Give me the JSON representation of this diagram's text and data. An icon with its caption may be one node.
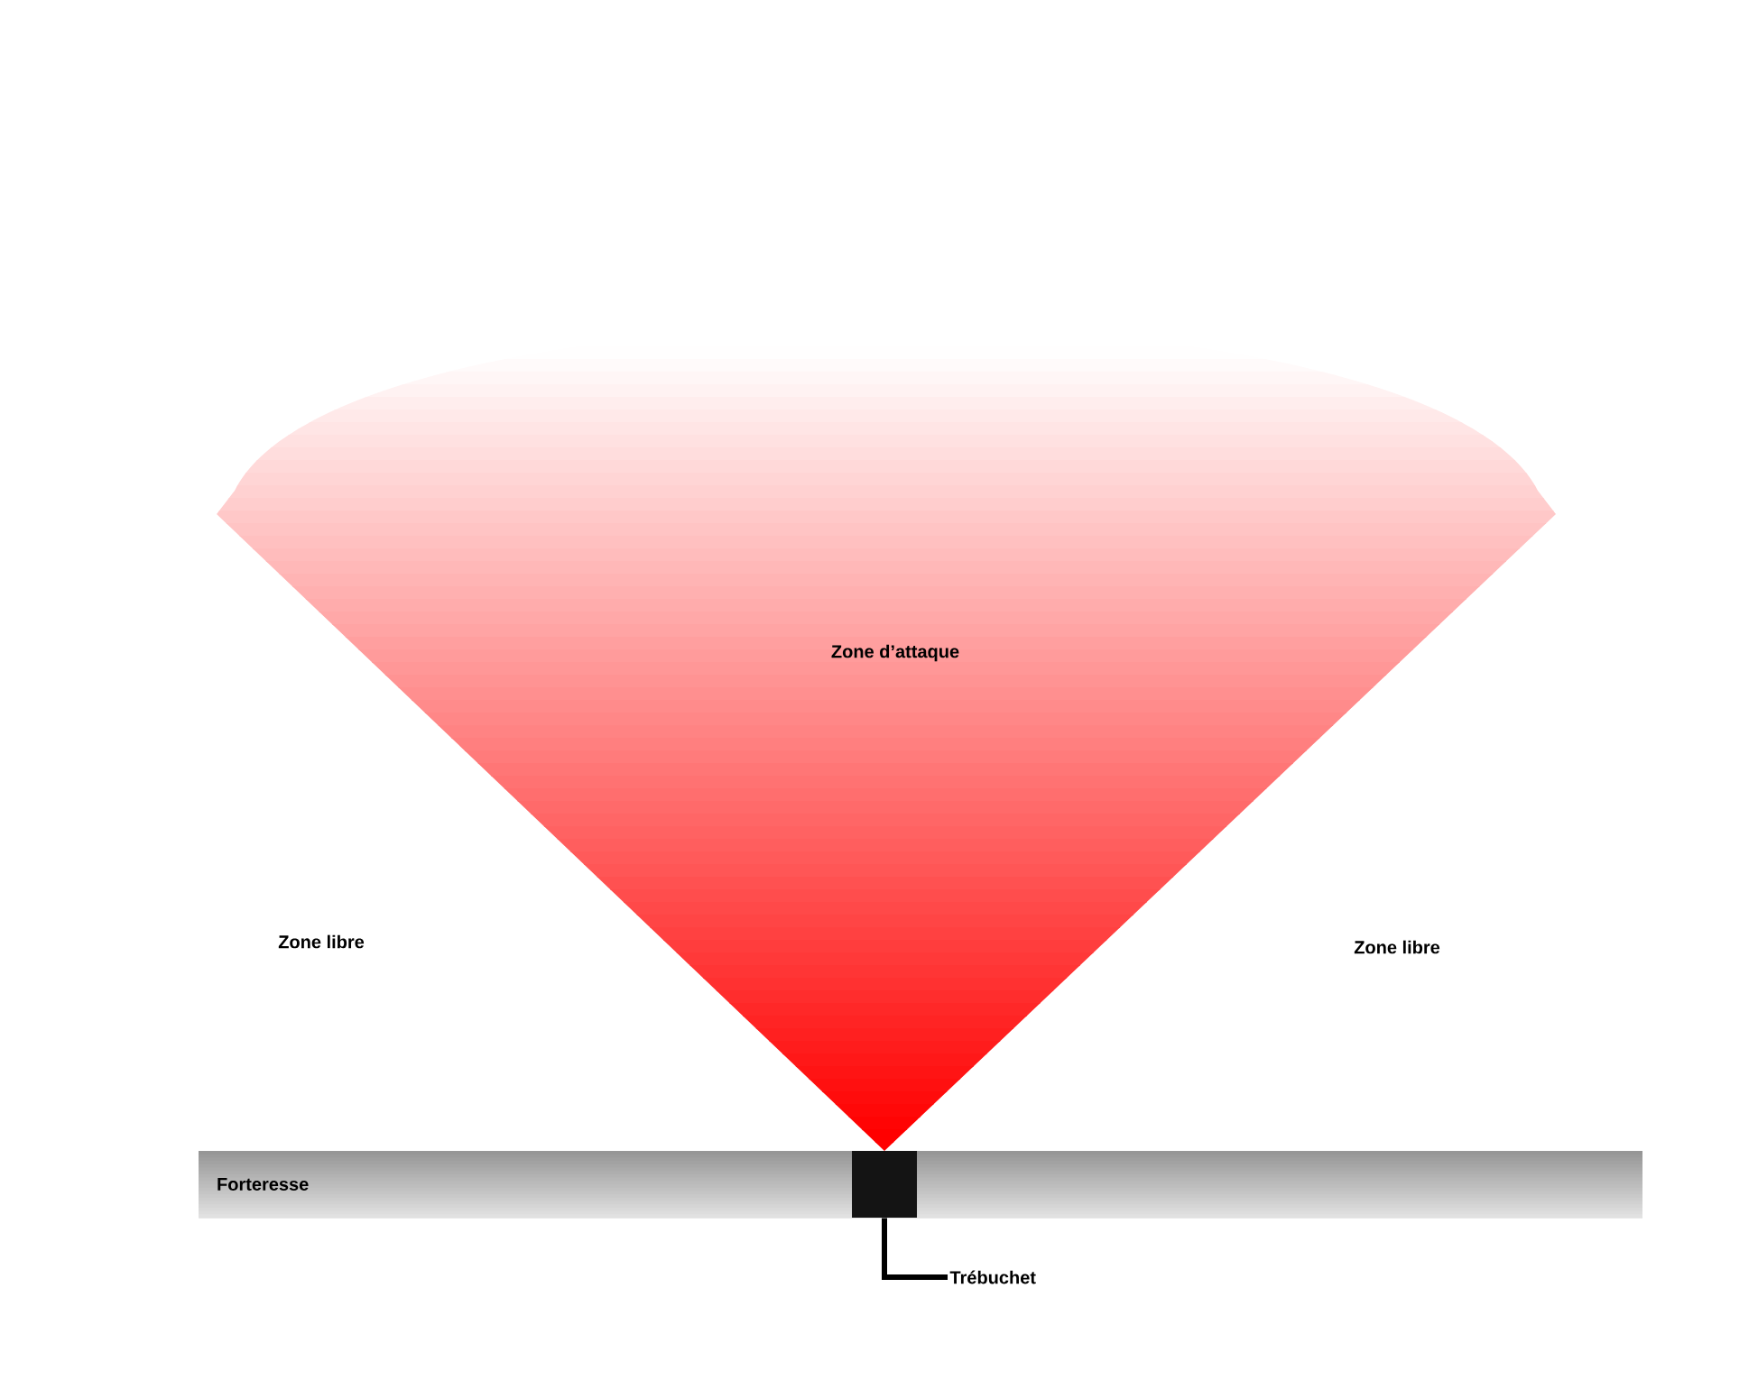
{
  "diagram": {
    "nodes": [
      {
        "text": [
          "Zone d’attaque"
        ]
      },
      {
        "text": [
          "Forteresse"
        ]
      },
      {
        "text": [],
        "shape": "box",
        "in": 1
      },
      {
        "text": [
          "Trébuchet"
        ]
      }
    ],
    "edges": [
      {
        "from": 3,
        "to": 2,
        "arrow": "none"
      }
    ],
    "labels": [
      "Zone libre",
      "Zone libre"
    ]
  }
}
